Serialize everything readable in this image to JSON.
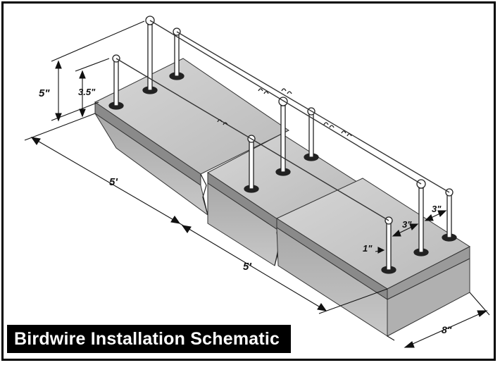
{
  "title": "Birdwire Installation Schematic",
  "dimensions": {
    "post_height_tall": "5\"",
    "post_height_short": "3.5\"",
    "span_length_1": "5'",
    "span_length_2": "5'",
    "ledge_width": "8\"",
    "edge_offset": "1\"",
    "spacing_1": "3\"",
    "spacing_2": "3\""
  },
  "colors": {
    "frame": "#000000",
    "title_bg": "#000000",
    "title_text": "#ffffff"
  }
}
